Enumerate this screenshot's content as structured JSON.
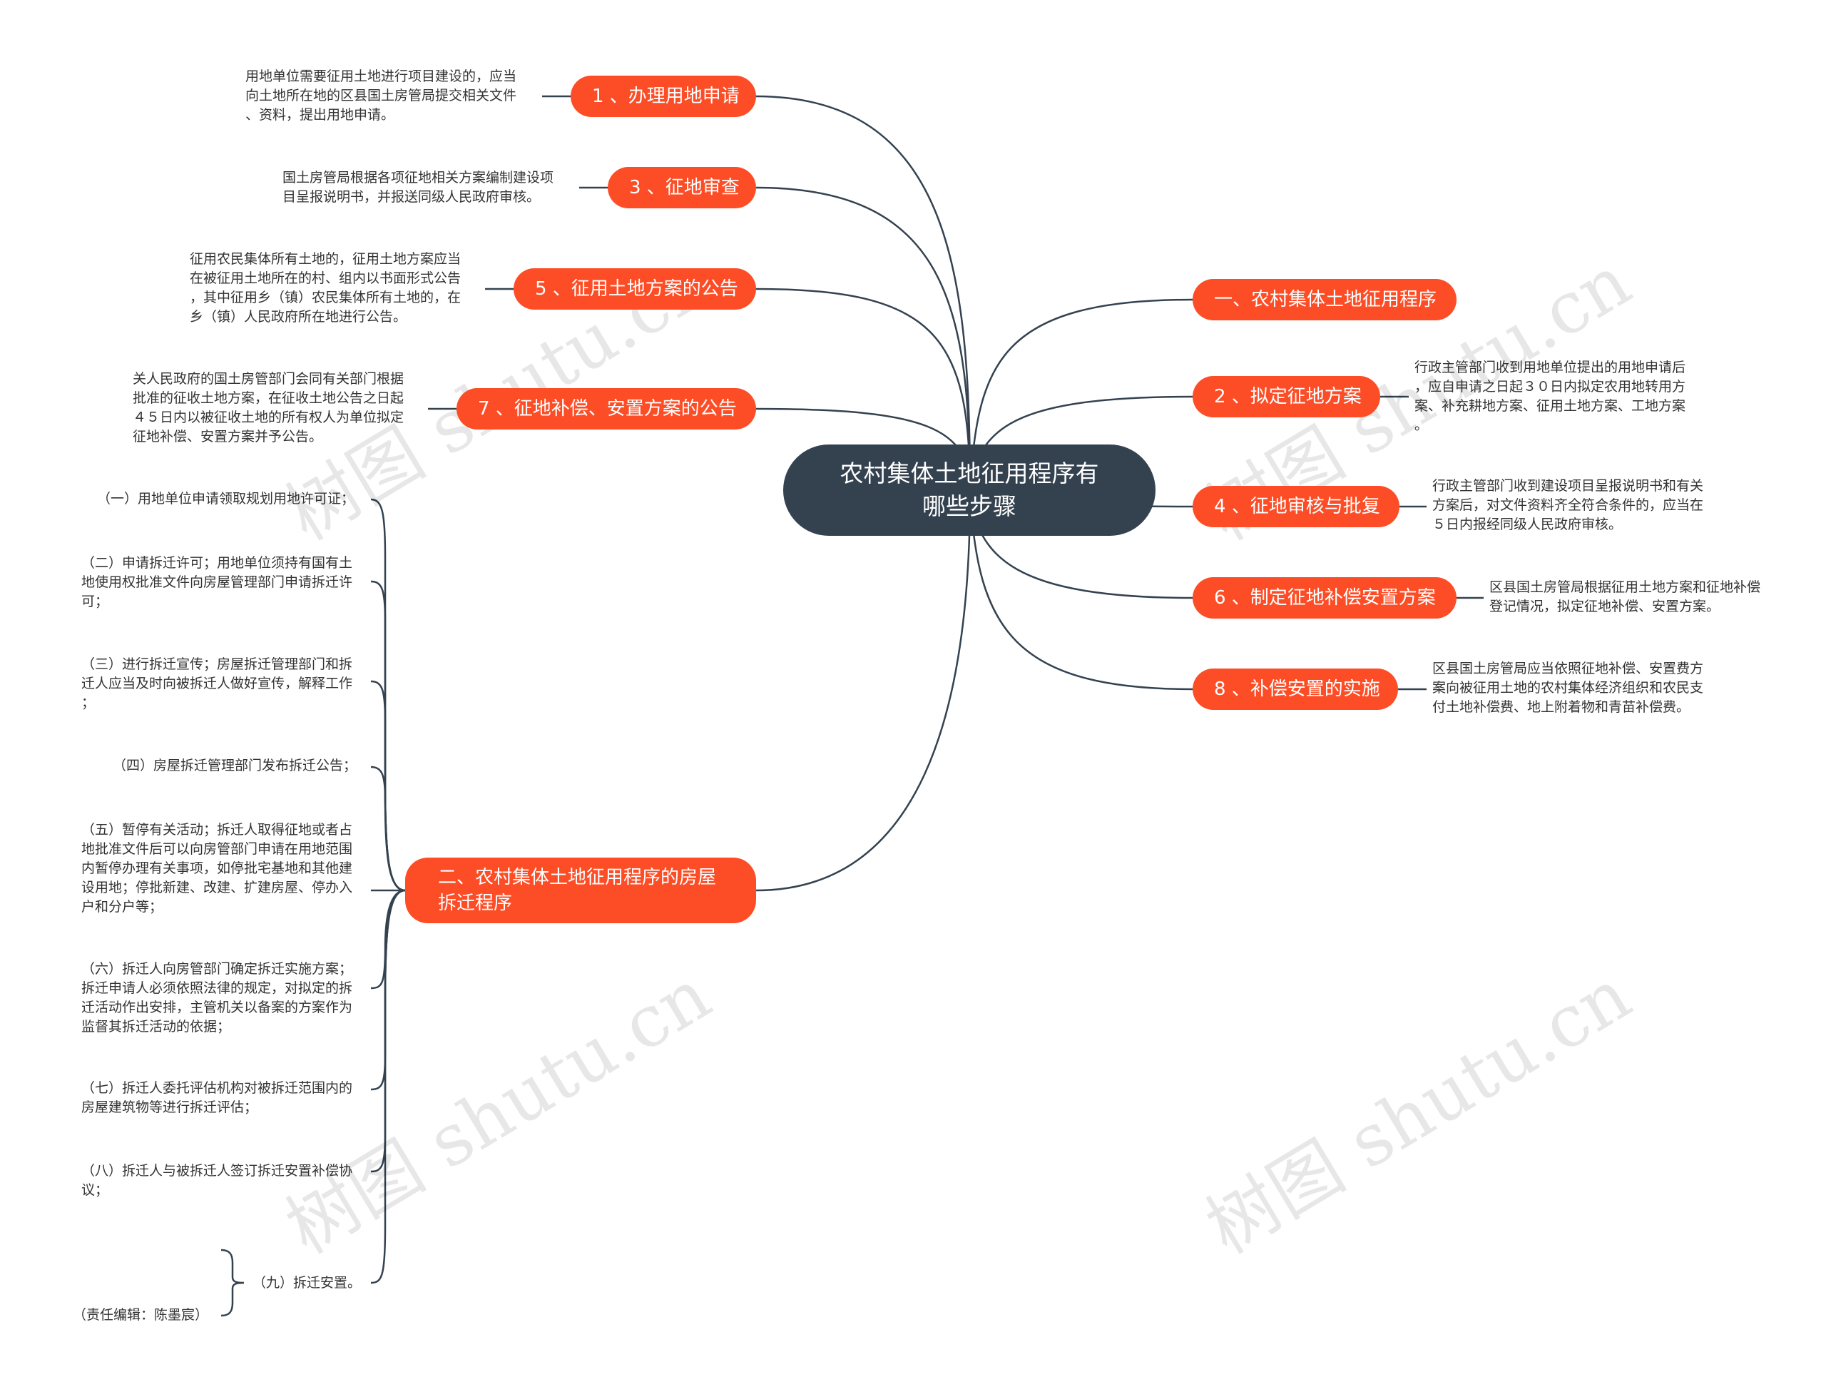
{
  "center": {
    "line1": "农村集体土地征用程序有",
    "line2": "哪些步骤"
  },
  "left_topics": [
    {
      "label": "1 、办理用地申请",
      "note": "用地单位需要征用土地进行项目建设的，应当\n向土地所在地的区县国土房管局提交相关文件\n、资料，提出用地申请。"
    },
    {
      "label": "3 、征地审查",
      "note": "国土房管局根据各项征地相关方案编制建设项\n目呈报说明书，并报送同级人民政府审核。"
    },
    {
      "label": "5 、征用土地方案的公告",
      "note": "征用农民集体所有土地的，征用土地方案应当\n在被征用土地所在的村、组内以书面形式公告\n，其中征用乡（镇）农民集体所有土地的，在\n乡（镇）人民政府所在地进行公告。"
    },
    {
      "label": "7 、征地补偿、安置方案的公告",
      "note": "关人民政府的国土房管部门会同有关部门根据\n批准的征收土地方案，在征收土地公告之日起\n４５日内以被征收土地的所有权人为单位拟定\n征地补偿、安置方案并予公告。"
    }
  ],
  "right_topics": [
    {
      "label": "一、农村集体土地征用程序",
      "note": ""
    },
    {
      "label": "2 、拟定征地方案",
      "note": "行政主管部门收到用地单位提出的用地申请后\n，应自申请之日起３０日内拟定农用地转用方\n案、补充耕地方案、征用土地方案、工地方案\n。"
    },
    {
      "label": "4 、征地审核与批复",
      "note": "行政主管部门收到建设项目呈报说明书和有关\n方案后，对文件资料齐全符合条件的，应当在\n５日内报经同级人民政府审核。"
    },
    {
      "label": "6 、制定征地补偿安置方案",
      "note": "区县国土房管局根据征用土地方案和征地补偿\n登记情况，拟定征地补偿、安置方案。"
    },
    {
      "label": "8 、补偿安置的实施",
      "note": "区县国土房管局应当依照征地补偿、安置费方\n案向被征用土地的农村集体经济组织和农民支\n付土地补偿费、地上附着物和青苗补偿费。"
    }
  ],
  "second_topic": {
    "line1": "二、农村集体土地征用程序的房屋",
    "line2": "拆迁程序",
    "steps": [
      "（一）用地单位申请领取规划用地许可证；",
      "（二）申请拆迁许可；用地单位须持有国有土\n地使用权批准文件向房屋管理部门申请拆迁许\n可；",
      "（三）进行拆迁宣传；房屋拆迁管理部门和拆\n迁人应当及时向被拆迁人做好宣传，解释工作\n；",
      "（四）房屋拆迁管理部门发布拆迁公告；",
      "（五）暂停有关活动；拆迁人取得征地或者占\n地批准文件后可以向房管部门申请在用地范围\n内暂停办理有关事项，如停批宅基地和其他建\n设用地；停批新建、改建、扩建房屋、停办入\n户和分户等；",
      "（六）拆迁人向房管部门确定拆迁实施方案；\n拆迁申请人必须依照法律的规定，对拟定的拆\n迁活动作出安排，主管机关以备案的方案作为\n监督其拆迁活动的依据；",
      "（七）拆迁人委托评估机构对被拆迁范围内的\n房屋建筑物等进行拆迁评估；",
      "（八）拆迁人与被拆迁人签订拆迁安置补偿协\n议；",
      "（九）拆迁安置。"
    ],
    "sub_note": "（责任编辑：陈墨宸）"
  },
  "watermarks": [
    "树图 shutu.cn",
    "树图 shutu.cn",
    "树图 shutu.cn",
    "树图 shutu.cn"
  ],
  "colors": {
    "center_bg": "#344250",
    "topic_bg": "#fd4d26",
    "line": "#344250",
    "text": "#333333"
  }
}
